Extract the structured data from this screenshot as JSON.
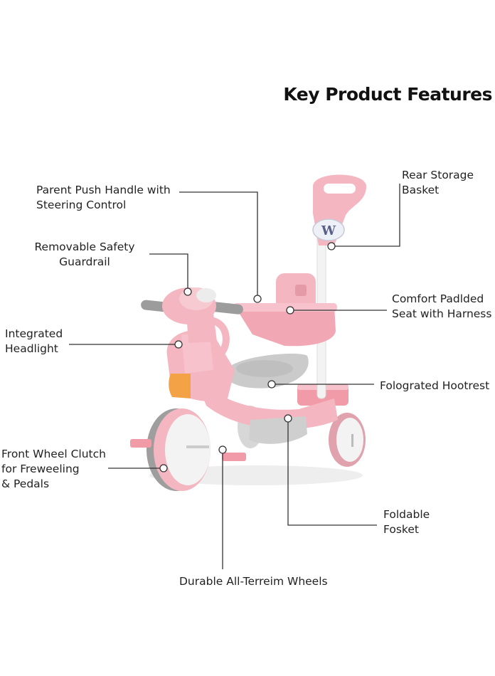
{
  "title": "Key Product Features",
  "labels": {
    "push_handle": [
      "Parent Push Handle with",
      "Steering Control"
    ],
    "rear_basket": [
      "Rear Storage",
      "Basket"
    ],
    "guardrail": [
      "Removable Safety",
      "Guardrail"
    ],
    "seat": [
      "Comfort Padlded",
      "Seat with Harness"
    ],
    "headlight": [
      "Integrated",
      "Headlight"
    ],
    "footrest": [
      "Folograted Hootrest"
    ],
    "front_wheel": [
      "Front Wheel Clutch",
      "for Freweeling",
      "& Pedals"
    ],
    "foot_rest_fold": [
      "Foldable",
      "Fosket"
    ],
    "wheels": [
      "Durable All-Terreim Wheels"
    ]
  },
  "logo_text": "W",
  "colors": {
    "pink": "#f4b6c0",
    "pink_dark": "#e59aa7",
    "grey": "#c9c9c9",
    "light_grey": "#e6e6e6",
    "orange": "#f3a245",
    "line": "#333333"
  }
}
